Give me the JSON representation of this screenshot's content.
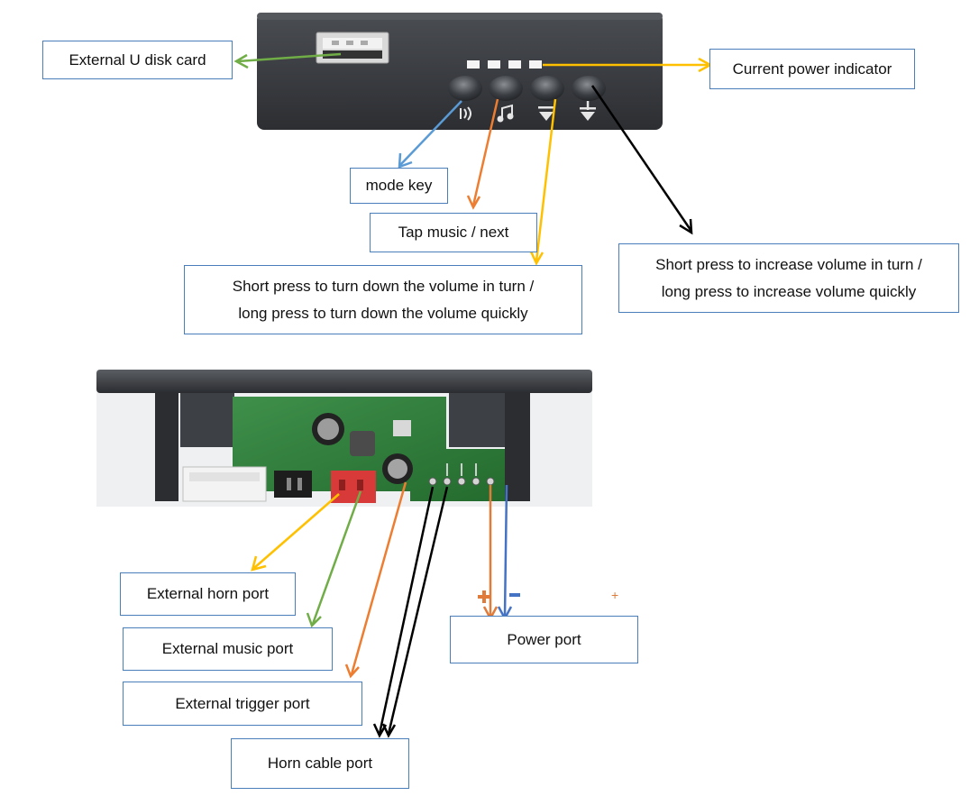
{
  "labels": {
    "usb": "External U disk card",
    "power_indicator": "Current power indicator",
    "mode_key": "mode key",
    "tap_music": "Tap music / next",
    "vol_down_line1": "Short press to turn down the volume in turn /",
    "vol_down_line2": "long press to turn down the volume quickly",
    "vol_up_line1": "Short press to increase volume in turn /",
    "vol_up_line2": "long press to increase volume quickly",
    "horn_port": "External horn port",
    "music_port": "External music port",
    "trigger_port": "External trigger port",
    "horn_cable_port": "Horn cable port",
    "power_port": "Power port",
    "plus_mark": "+"
  },
  "colors": {
    "label_border": "#4a7ebb",
    "arrow_green": "#70ad47",
    "arrow_blue": "#5b9bd5",
    "arrow_orange": "#ed7d31",
    "arrow_yellow": "#ffc000",
    "arrow_black": "#000000",
    "wire_red": "#e07b39",
    "wire_blue": "#4472c4",
    "panel": "#3c3f44",
    "pcb": "#2e7d3a"
  },
  "icons": [
    "usb-port-icon",
    "bluetooth-mode-icon",
    "music-note-icon",
    "volume-down-icon",
    "volume-up-icon"
  ]
}
